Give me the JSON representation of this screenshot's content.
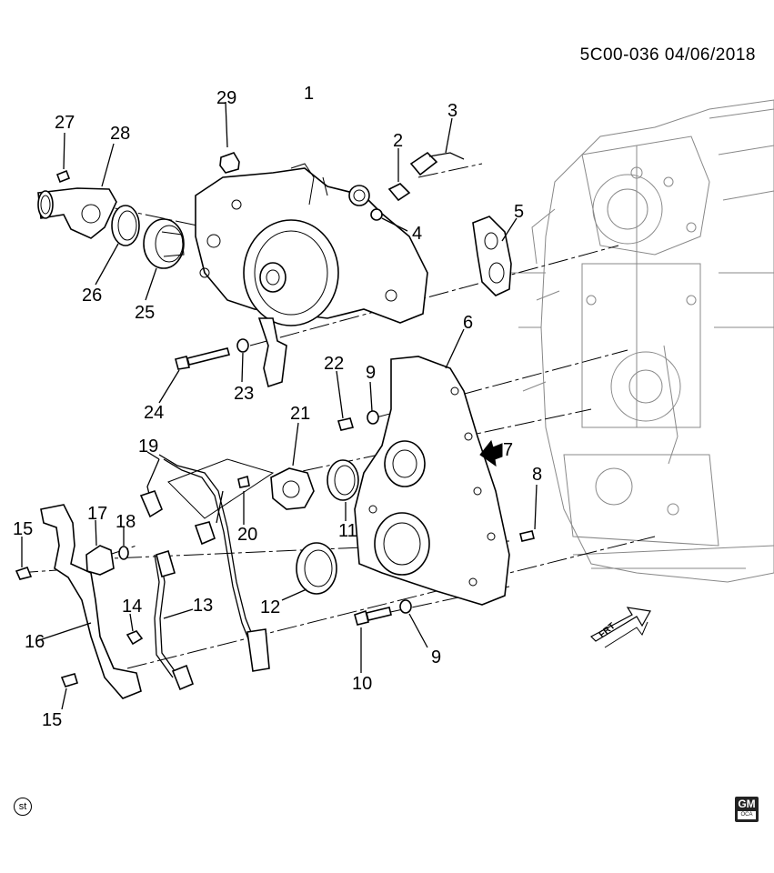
{
  "header": {
    "code": "5C00-036  04/06/2018"
  },
  "badges": {
    "st": "st",
    "gm": "GM",
    "oca": "OCA",
    "frt": "FRT"
  },
  "callouts": {
    "n1": "1",
    "n2": "2",
    "n3": "3",
    "n4": "4",
    "n5": "5",
    "n6": "6",
    "n7": "7",
    "n8": "8",
    "n9a": "9",
    "n9b": "9",
    "n10": "10",
    "n11": "11",
    "n12": "12",
    "n13": "13",
    "n14": "14",
    "n15a": "15",
    "n15b": "15",
    "n16": "16",
    "n17": "17",
    "n18": "18",
    "n19": "19",
    "n20": "20",
    "n21": "21",
    "n22": "22",
    "n23": "23",
    "n24": "24",
    "n25": "25",
    "n26": "26",
    "n27": "27",
    "n28": "28",
    "n29": "29"
  }
}
